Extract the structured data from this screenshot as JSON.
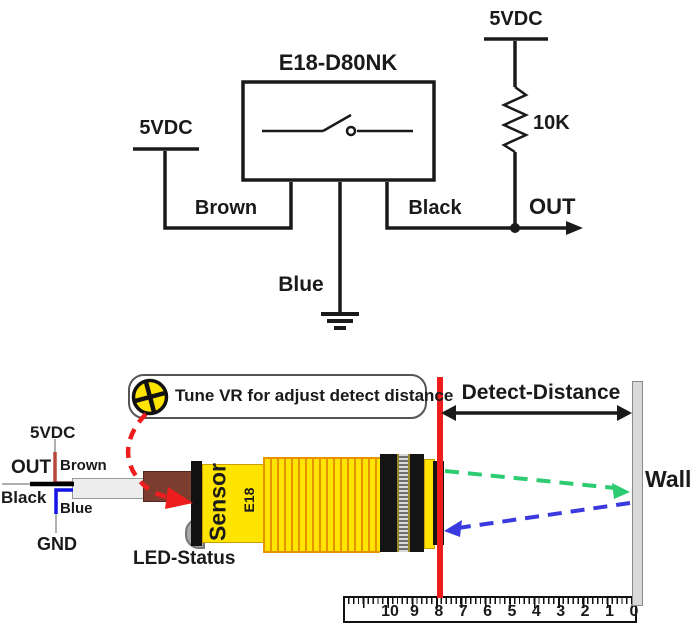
{
  "colors": {
    "ink": "#1a1a1a",
    "red": "#ee1c1c",
    "green": "#2ecc71",
    "arrow_blue": "#3a3ae0",
    "wire_brown": "#b5493d",
    "wire_blue": "#1414e6",
    "wire_gray": "#b0b0b0",
    "yellow": "#ffe400",
    "rib_orange": "#e59400",
    "connector_brown": "#7c3d31",
    "wall_gray": "#d9d9d9",
    "led_gray": "#a8a8a8"
  },
  "icons": {
    "callout_icon": "vr-trimmer-icon"
  },
  "schematic": {
    "title": "E18-D80NK",
    "supply_left": "5VDC",
    "supply_right": "5VDC",
    "resistor": "10K",
    "out": "OUT",
    "brown": "Brown",
    "black": "Black",
    "blue": "Blue"
  },
  "diagram": {
    "callout": "Tune VR for adjust detect distance",
    "labels": {
      "vcc": "5VDC",
      "out": "OUT",
      "black": "Black",
      "brown": "Brown",
      "blue": "Blue",
      "gnd": "GND",
      "led": "LED-Status"
    },
    "sensor_text": "Sensor",
    "model_text": "E18",
    "detect": "Detect-Distance",
    "wall": "Wall"
  },
  "ruler": {
    "numbers": [
      "10",
      "9",
      "8",
      "7",
      "6",
      "5",
      "4",
      "3",
      "2",
      "1",
      "0"
    ]
  }
}
